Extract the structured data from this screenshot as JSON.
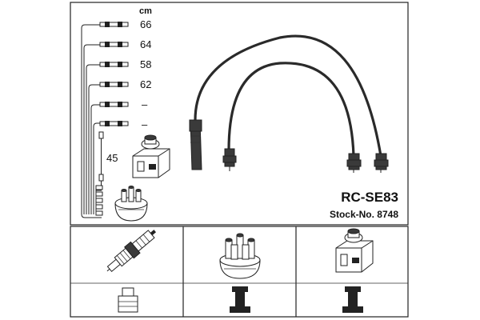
{
  "unit": "cm",
  "lengths": [
    "66",
    "64",
    "58",
    "62",
    "–",
    "–"
  ],
  "side_length": "45",
  "product": {
    "model": "RC-SE83",
    "stock": "Stock-No. 8748"
  },
  "bottom_panels": [
    "spark-plug",
    "distributor-cap",
    "ignition-coil"
  ]
}
